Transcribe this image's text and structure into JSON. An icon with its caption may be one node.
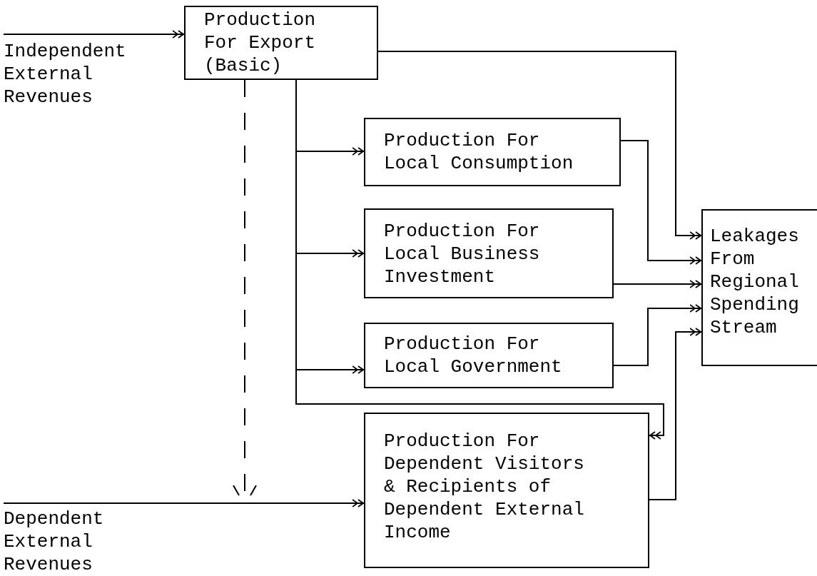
{
  "diagram": {
    "nodes": [
      {
        "text": [
          "Independent External Revenues"
        ]
      },
      {
        "text": [
          "Production For Export (Basic)"
        ]
      },
      {
        "text": [
          "Production For Local Consumption"
        ]
      },
      {
        "text": [
          "Production For Local Business Investment"
        ]
      },
      {
        "text": [
          "Production For Local Government"
        ]
      },
      {
        "text": [
          "Production For Dependent Visitors & Recipients of Dependent External Income"
        ]
      },
      {
        "text": [
          "Leakages From Regional Spending Stream"
        ]
      },
      {
        "text": [
          "Dependent External Revenues"
        ]
      }
    ],
    "edges": [
      {
        "from": 0,
        "to": 1,
        "arrow": "to"
      },
      {
        "from": 1,
        "to": 6,
        "arrow": "to"
      },
      {
        "from": 1,
        "to": 2,
        "arrow": "to"
      },
      {
        "from": 1,
        "to": 3,
        "arrow": "to"
      },
      {
        "from": 1,
        "to": 4,
        "arrow": "to"
      },
      {
        "from": 1,
        "to": 5,
        "arrow": "to"
      },
      {
        "from": 2,
        "to": 6,
        "arrow": "to"
      },
      {
        "from": 3,
        "to": 6,
        "arrow": "to"
      },
      {
        "from": 4,
        "to": 6,
        "arrow": "to"
      },
      {
        "from": 5,
        "to": 6,
        "arrow": "to"
      },
      {
        "from": 1,
        "to": null,
        "arrow": "to",
        "style": "dashed"
      },
      {
        "from": 7,
        "to": 5,
        "arrow": "to"
      }
    ]
  }
}
